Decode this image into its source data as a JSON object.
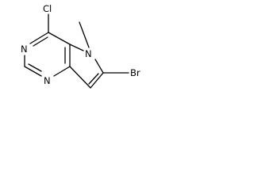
{
  "structure": {
    "atoms": {
      "chlorine": "Cl",
      "nitrogen_pyrimidine_left": "N",
      "nitrogen_pyrimidine_bottom": "N",
      "nitrogen_pyrrole": "N",
      "bromine": "Br"
    }
  }
}
